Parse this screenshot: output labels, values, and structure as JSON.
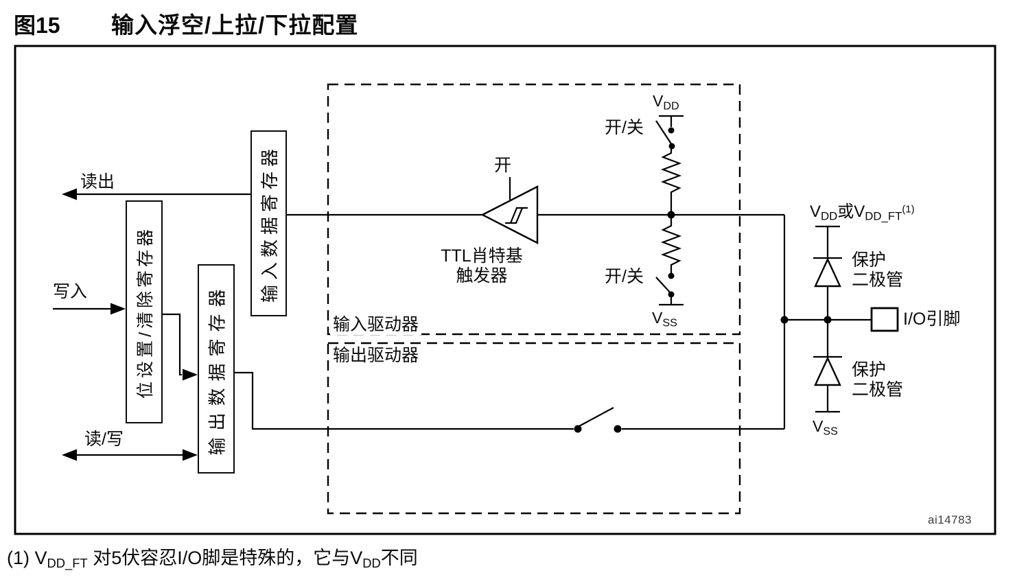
{
  "colors": {
    "ink": "#000000",
    "background": "#ffffff",
    "watermark": "#3c3c3c"
  },
  "title": {
    "figure": "图15",
    "text": "输入浮空/上拉/下拉配置"
  },
  "registers": {
    "input_data": "输入数据寄存器",
    "bit_set_clear": "位设置/清除寄存器",
    "output_data": "输出数据寄存器"
  },
  "bus_signals": {
    "read": "读出",
    "write": "写入",
    "read_write": "读/写"
  },
  "drivers": {
    "input": "输入驱动器",
    "output": "输出驱动器"
  },
  "schmitt": {
    "on": "开",
    "name_line1": "TTL肖特基",
    "name_line2": "触发器"
  },
  "pull": {
    "on_off_top": "开/关",
    "on_off_bottom": "开/关",
    "vdd": {
      "base": "V",
      "sub": "DD"
    },
    "vss": {
      "base": "V",
      "sub": "SS"
    }
  },
  "right_side": {
    "rail": {
      "v1": "V",
      "sub1": "DD",
      "or": "或",
      "v2": "V",
      "sub2": "DD_FT",
      "sup": "(1)"
    },
    "protection_top": {
      "line1": "保护",
      "line2": "二极管"
    },
    "protection_bottom": {
      "line1": "保护",
      "line2": "二极管"
    },
    "io_pin": "I/O引脚",
    "vss": {
      "base": "V",
      "sub": "SS"
    }
  },
  "watermark": "ai14783",
  "footnote": {
    "pre": "(1) V",
    "sub1": "DD_FT",
    "mid": " 对5伏容忍I/O脚是特殊的，它与V",
    "sub2": "DD",
    "post": "不同"
  }
}
